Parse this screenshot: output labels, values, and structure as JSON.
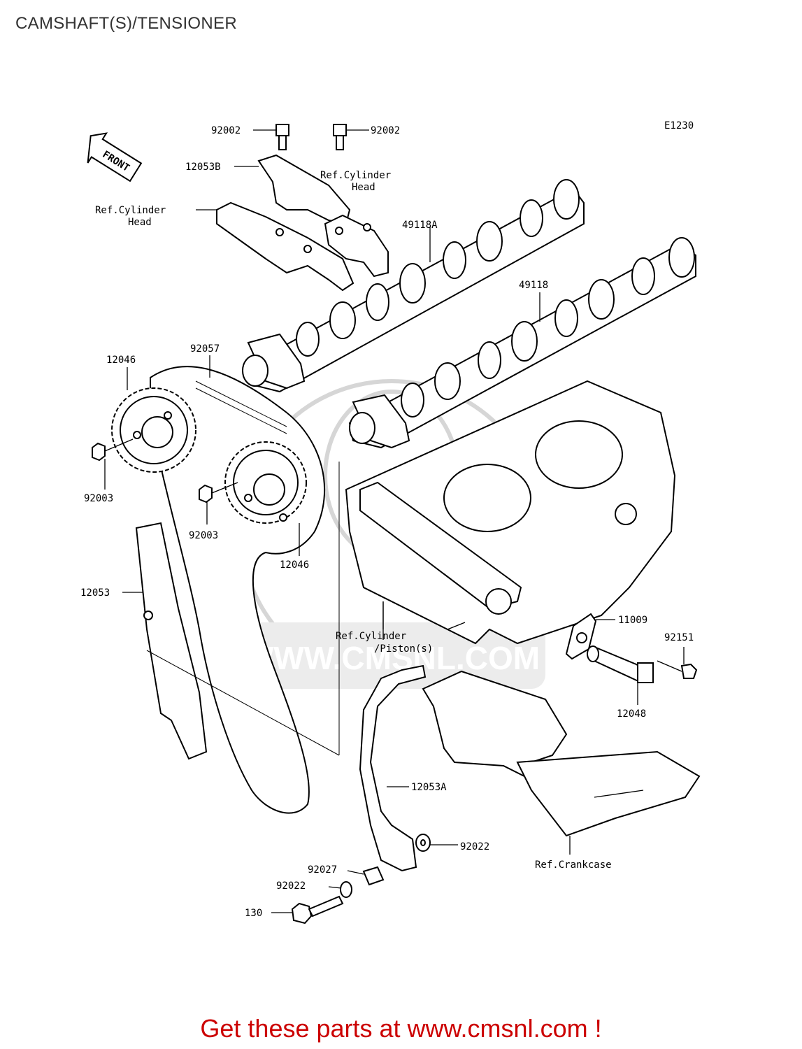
{
  "title": "CAMSHAFT(S)/TENSIONER",
  "diagram_code": "E1230",
  "front_label": "FRONT",
  "watermark": "WWW.CMSNL.COM",
  "labels": {
    "p92002_left": "92002",
    "p92002_right": "92002",
    "p12053B": "12053B",
    "ref_cyl_head_top": "Ref.Cylinder",
    "ref_cyl_head_top_2": "Head",
    "ref_cyl_head_left": "Ref.Cylinder",
    "ref_cyl_head_left_2": "Head",
    "p49118A": "49118A",
    "p49118": "49118",
    "p92057": "92057",
    "p12046_top": "12046",
    "p92003_left": "92003",
    "p92003_mid": "92003",
    "p12046_mid": "12046",
    "p12053": "12053",
    "ref_cyl_piston": "Ref.Cylinder",
    "ref_cyl_piston_2": "/Piston(s)",
    "p11009": "11009",
    "p92151": "92151",
    "p12048": "12048",
    "p12053A": "12053A",
    "p92022_right": "92022",
    "ref_crankcase": "Ref.Crankcase",
    "p92027": "92027",
    "p92022_left": "92022",
    "p130": "130"
  },
  "footer": "Get these parts at www.cmsnl.com !"
}
